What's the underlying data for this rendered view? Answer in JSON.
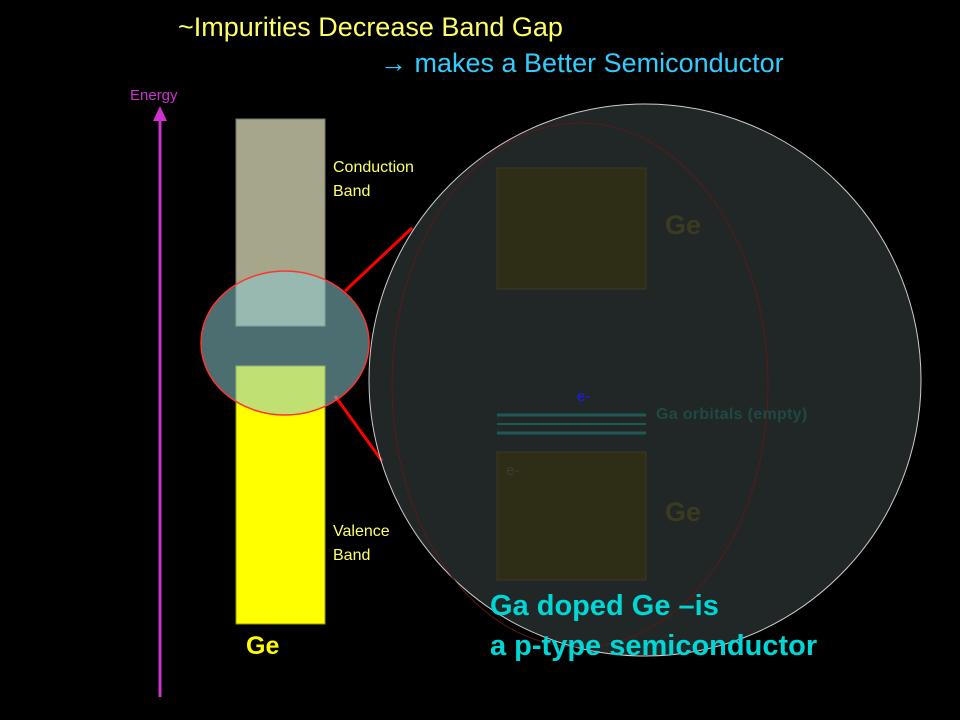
{
  "title": {
    "line1": "~Impurities Decrease Band Gap",
    "line2": "→ makes a Better Semiconductor"
  },
  "axis": {
    "label": "Energy"
  },
  "bands": {
    "conduction_label_line1": "Conduction",
    "conduction_label_line2": "Band",
    "valence_label_line1": "Valence",
    "valence_label_line2": "Band",
    "material": "Ge"
  },
  "zoom": {
    "ge_top_label": "Ge",
    "ge_bottom_label": "Ge",
    "ga_orbitals_label": "Ga orbitals (empty)",
    "electron_upper": "e-",
    "electron_lower": "e-"
  },
  "caption": {
    "line1": "Ga doped Ge –is",
    "line2": "a p-type semiconductor"
  },
  "colors": {
    "title1": "#ffff66",
    "title2": "#33ccff",
    "energy_arrow": "#cc33cc",
    "conduction_band": "#a6a68a",
    "valence_band": "#ffff00",
    "zoom_connector": "#ff0000",
    "caption": "#00d6d6"
  }
}
